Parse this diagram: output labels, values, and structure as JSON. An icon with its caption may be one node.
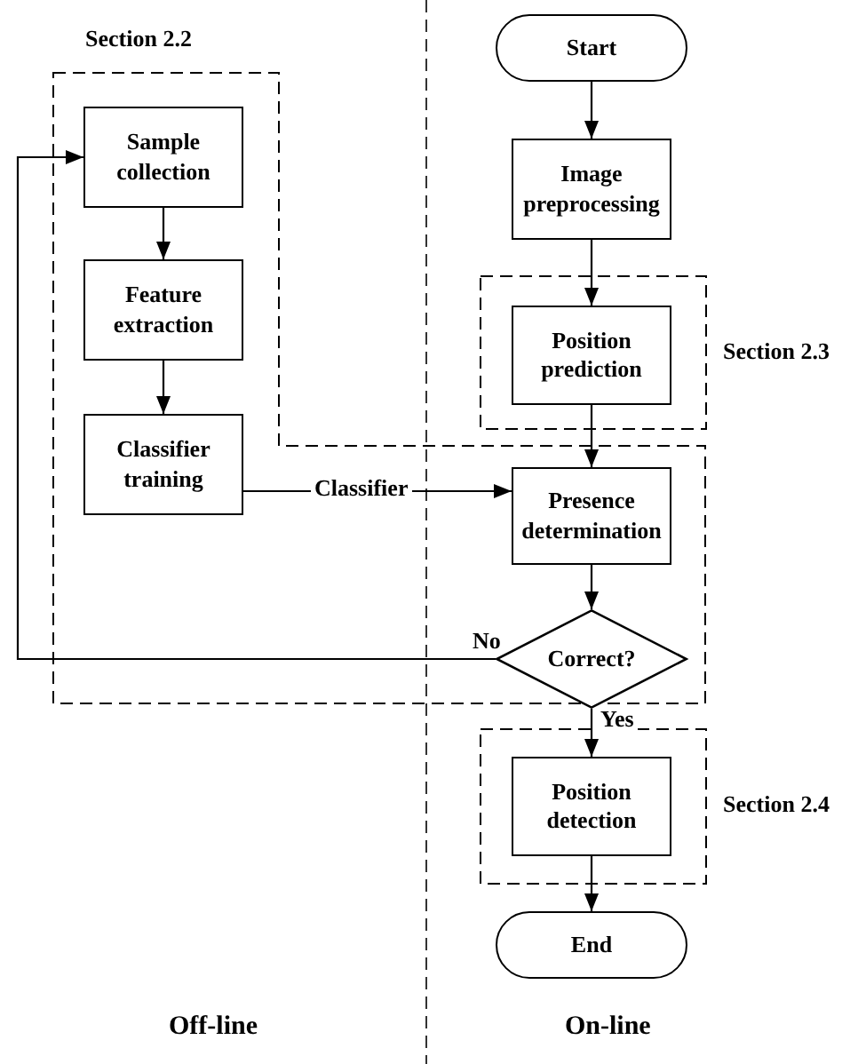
{
  "diagram": {
    "nodes": [
      {
        "text": [
          "Section 2.2"
        ]
      },
      {
        "text": [
          "Start"
        ]
      },
      {
        "text": [
          "Sample collection"
        ],
        "in": 0
      },
      {
        "text": [
          "Image preprocessing"
        ]
      },
      {
        "text": [
          "Section 2.3"
        ]
      },
      {
        "text": [
          "Position prediction"
        ],
        "in": 4
      },
      {
        "text": [
          "Feature extraction"
        ],
        "in": 0
      },
      {
        "text": [
          "Classifier training"
        ],
        "in": 0
      },
      {
        "text": [
          "Presence determination"
        ],
        "in": 0
      },
      {
        "text": [
          "Correct?"
        ],
        "in": 0
      },
      {
        "text": [
          "Section 2.4"
        ]
      },
      {
        "text": [
          "Position detection"
        ],
        "in": 10
      },
      {
        "text": [
          "End"
        ]
      }
    ],
    "edges": [
      {
        "from": 1,
        "to": 3,
        "arrow": "to"
      },
      {
        "from": 3,
        "to": 5,
        "arrow": "to"
      },
      {
        "from": 5,
        "to": 8,
        "arrow": "to"
      },
      {
        "from": 2,
        "to": 6,
        "arrow": "to"
      },
      {
        "from": 6,
        "to": 7,
        "arrow": "to"
      },
      {
        "from": 7,
        "to": 8,
        "arrow": "to",
        "label": "Classifier"
      },
      {
        "from": 8,
        "to": 9,
        "arrow": "to"
      },
      {
        "from": 9,
        "to": 2,
        "arrow": "to",
        "label": "No"
      },
      {
        "from": 9,
        "to": 11,
        "arrow": "to",
        "label": "Yes"
      },
      {
        "from": 11,
        "to": 12,
        "arrow": "to"
      }
    ],
    "labels": [
      "Off-line",
      "On-line"
    ]
  }
}
